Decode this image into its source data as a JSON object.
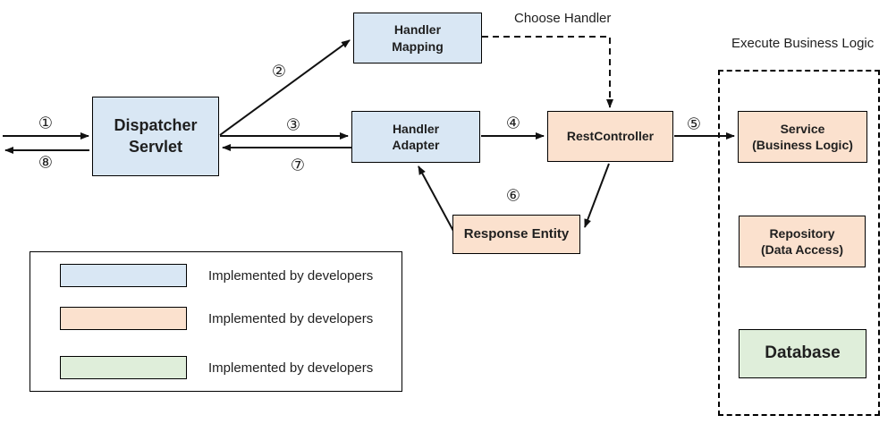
{
  "colors": {
    "blue": "#d9e7f4",
    "peach": "#fbe1ce",
    "green": "#dfeeda",
    "line": "#111111",
    "text": "#1f1f1f"
  },
  "nodes": {
    "dispatcher_servlet": "Dispatcher\nServlet",
    "handler_mapping": "Handler\nMapping",
    "handler_adapter": "Handler\nAdapter",
    "rest_controller": "RestController",
    "response_entity": "Response Entity",
    "service": "Service\n(Business Logic)",
    "repository": "Repository\n(Data Access)",
    "database": "Database"
  },
  "annotations": {
    "choose_handler": "Choose Handler",
    "execute_business_logic": "Execute Business Logic"
  },
  "steps": {
    "s1": "①",
    "s2": "②",
    "s3": "③",
    "s4": "④",
    "s5": "⑤",
    "s6": "⑥",
    "s7": "⑦",
    "s8": "⑧"
  },
  "legend": {
    "items": [
      {
        "swatch_color_key": "blue",
        "label": "Implemented by developers"
      },
      {
        "swatch_color_key": "peach",
        "label": "Implemented by developers"
      },
      {
        "swatch_color_key": "green",
        "label": "Implemented by developers"
      }
    ]
  }
}
